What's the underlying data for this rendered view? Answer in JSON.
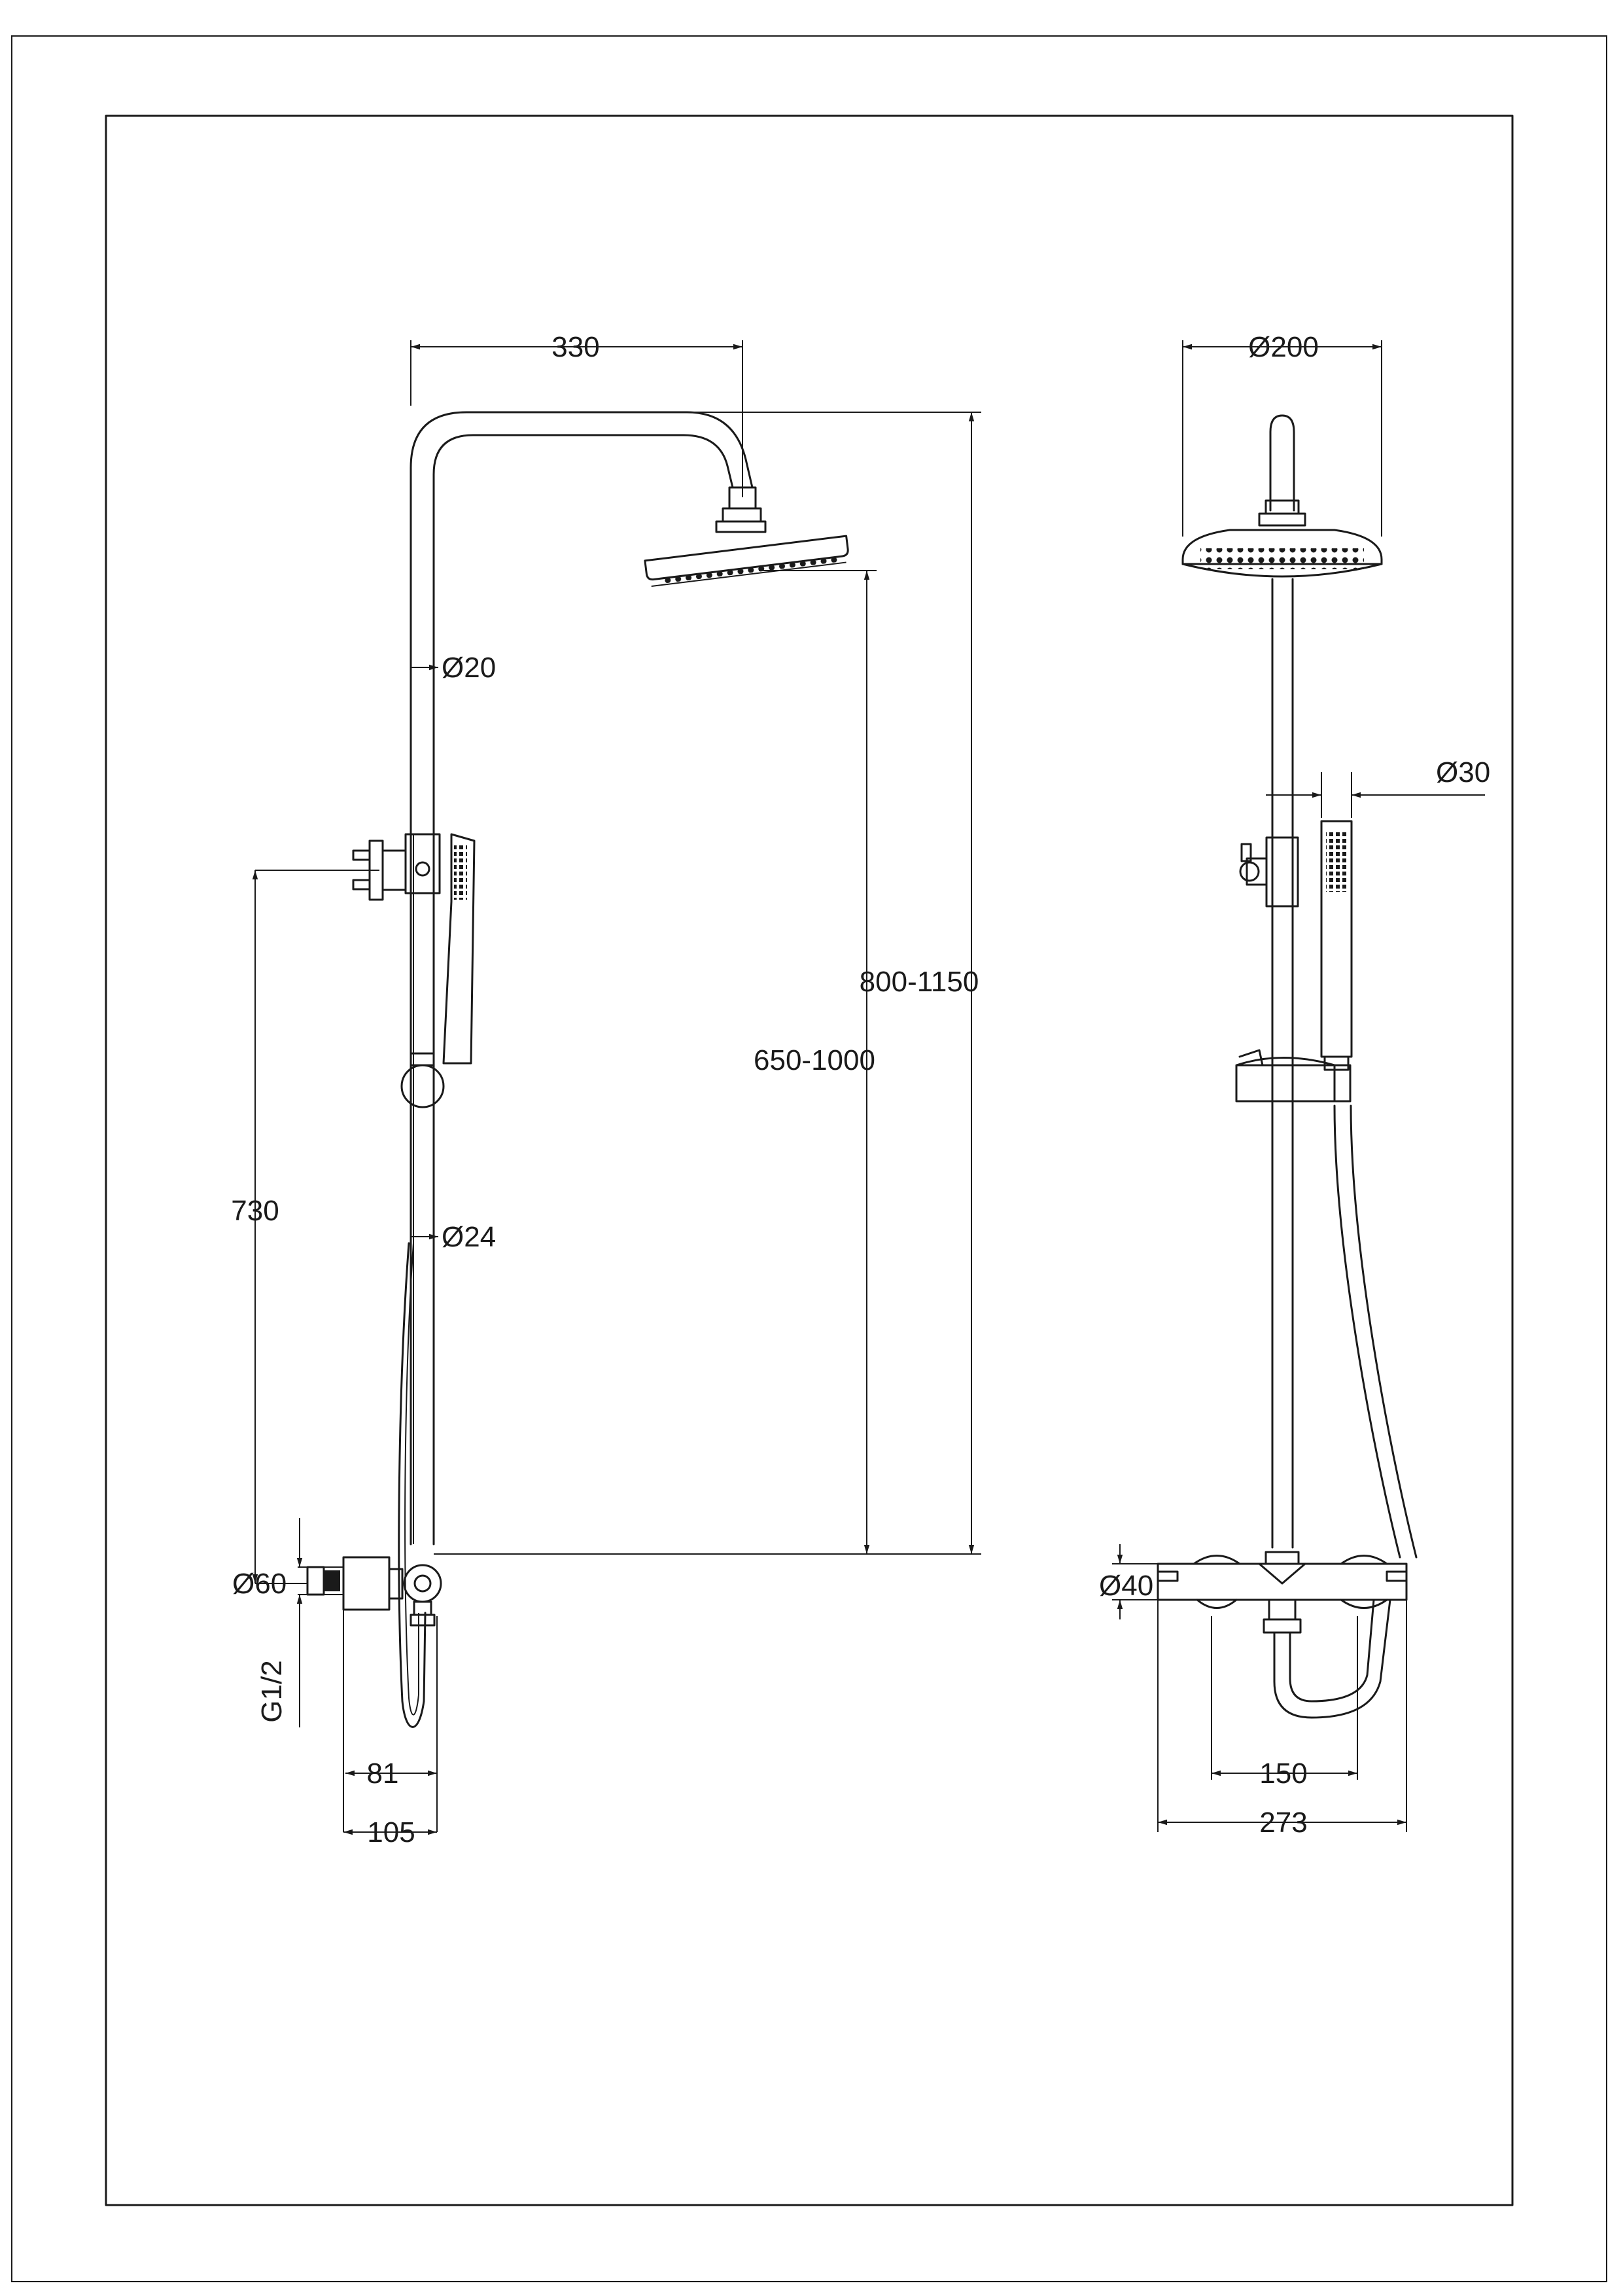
{
  "side_view": {
    "width_330": "330",
    "dia_20": "Ø20",
    "dia_24": "Ø24",
    "height_800_1150": "800-1150",
    "height_650_1000": "650-1000",
    "height_730": "730",
    "dia_60": "Ø60",
    "thread_g12": "G1/2",
    "depth_81": "81",
    "depth_105": "105"
  },
  "front_view": {
    "dia_200": "Ø200",
    "dia_30": "Ø30",
    "dia_40": "Ø40",
    "spacing_150": "150",
    "width_273": "273"
  }
}
